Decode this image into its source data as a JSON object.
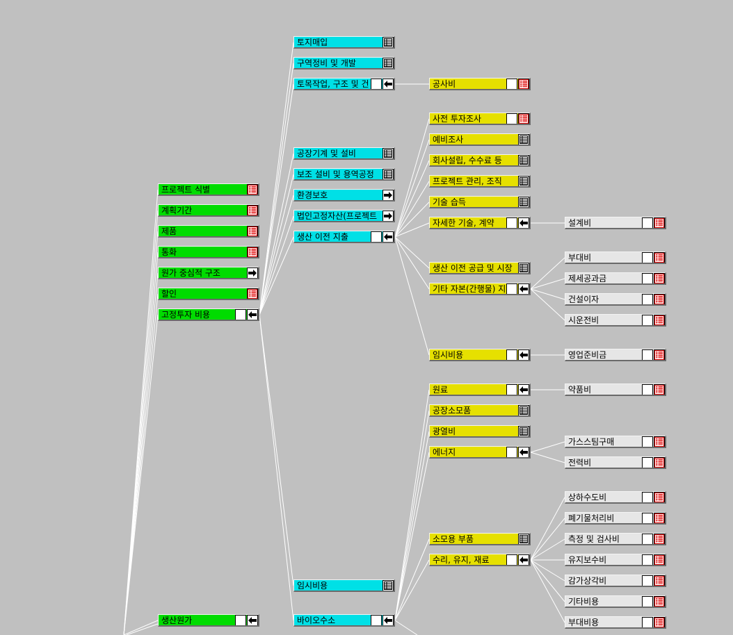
{
  "icons": {
    "check": "checkbox-icon",
    "arrow_left": "arrow-left-icon",
    "arrow_right": "arrow-right-icon",
    "table": "table-icon",
    "red_table": "red-table-icon"
  },
  "colors": {
    "background": "#c0c0c0",
    "level1": "#00dc00",
    "level2": "#00e0e6",
    "level3": "#e6e000",
    "level4": "#e6e6e6",
    "red_icon": "#e00000",
    "connector": "#ffffff"
  },
  "tree": {
    "level1": [
      {
        "id": "p1",
        "label": "프로젝트 식별",
        "icons": [
          "red_table"
        ]
      },
      {
        "id": "p2",
        "label": "계획기간",
        "icons": [
          "red_table"
        ]
      },
      {
        "id": "p3",
        "label": "제품",
        "icons": [
          "red_table"
        ]
      },
      {
        "id": "p4",
        "label": "통화",
        "icons": [
          "red_table"
        ]
      },
      {
        "id": "p5",
        "label": "원가 중심적 구조",
        "icons": [
          "arrow_right"
        ]
      },
      {
        "id": "p6",
        "label": "할인",
        "icons": [
          "red_table"
        ]
      },
      {
        "id": "p7",
        "label": "고정투자 비용",
        "icons": [
          "check",
          "arrow_left"
        ]
      },
      {
        "id": "p8",
        "label": "생산원가",
        "icons": [
          "check",
          "arrow_left"
        ]
      }
    ],
    "level2": [
      {
        "id": "c1",
        "label": "토지매입",
        "icons": [
          "table"
        ]
      },
      {
        "id": "c2",
        "label": "구역정비 및 개발",
        "icons": [
          "table"
        ]
      },
      {
        "id": "c3",
        "label": "토목작업, 구조 및 건",
        "icons": [
          "check",
          "arrow_left"
        ]
      },
      {
        "id": "c4",
        "label": "공장기계 및 설비",
        "icons": [
          "table"
        ]
      },
      {
        "id": "c5",
        "label": "보조 설비 및 용역공정",
        "icons": [
          "table"
        ]
      },
      {
        "id": "c6",
        "label": "환경보호",
        "icons": [
          "arrow_right"
        ]
      },
      {
        "id": "c7",
        "label": "법인고정자산(프로젝트",
        "icons": [
          "arrow_right"
        ]
      },
      {
        "id": "c8",
        "label": "생산 이전 지출",
        "icons": [
          "check",
          "arrow_left"
        ]
      },
      {
        "id": "c9",
        "label": "임시비용",
        "icons": [
          "table"
        ]
      },
      {
        "id": "c10",
        "label": "바이오수소",
        "icons": [
          "check",
          "arrow_left"
        ]
      }
    ],
    "level3": [
      {
        "id": "y1",
        "label": "공사비",
        "icons": [
          "check",
          "red_table"
        ]
      },
      {
        "id": "y2",
        "label": "사전 투자조사",
        "icons": [
          "check",
          "red_table"
        ]
      },
      {
        "id": "y3",
        "label": "예비조사",
        "icons": [
          "table"
        ]
      },
      {
        "id": "y4",
        "label": "회사설립, 수수료 등",
        "icons": [
          "table"
        ]
      },
      {
        "id": "y5",
        "label": "프로젝트 관리, 조직",
        "icons": [
          "table"
        ]
      },
      {
        "id": "y6",
        "label": "기술 습득",
        "icons": [
          "table"
        ]
      },
      {
        "id": "y7",
        "label": "자세한 기술, 계약",
        "icons": [
          "check",
          "arrow_left"
        ]
      },
      {
        "id": "y8",
        "label": "생산 이전 공급 및 시장",
        "icons": [
          "table"
        ]
      },
      {
        "id": "y9",
        "label": "기타 자본(간행물) 지",
        "icons": [
          "check",
          "arrow_left"
        ]
      },
      {
        "id": "y10",
        "label": "임시비용",
        "icons": [
          "check",
          "arrow_left"
        ]
      },
      {
        "id": "y11",
        "label": "원료",
        "icons": [
          "check",
          "arrow_left"
        ]
      },
      {
        "id": "y12",
        "label": "공장소모품",
        "icons": [
          "table"
        ]
      },
      {
        "id": "y13",
        "label": "광열비",
        "icons": [
          "table"
        ]
      },
      {
        "id": "y14",
        "label": "에너지",
        "icons": [
          "check",
          "arrow_left"
        ]
      },
      {
        "id": "y15",
        "label": "소모용 부품",
        "icons": [
          "table"
        ]
      },
      {
        "id": "y16",
        "label": "수리, 유지, 재료",
        "icons": [
          "check",
          "arrow_left"
        ]
      }
    ],
    "level4": [
      {
        "id": "g1",
        "label": "설계비",
        "icons": [
          "check",
          "red_table"
        ]
      },
      {
        "id": "g2",
        "label": "부대비",
        "icons": [
          "check",
          "red_table"
        ]
      },
      {
        "id": "g3",
        "label": "제세공과금",
        "icons": [
          "check",
          "red_table"
        ]
      },
      {
        "id": "g4",
        "label": "건설이자",
        "icons": [
          "check",
          "red_table"
        ]
      },
      {
        "id": "g5",
        "label": "시운전비",
        "icons": [
          "check",
          "red_table"
        ]
      },
      {
        "id": "g6",
        "label": "영업준비금",
        "icons": [
          "check",
          "red_table"
        ]
      },
      {
        "id": "g7",
        "label": "약품비",
        "icons": [
          "check",
          "red_table"
        ]
      },
      {
        "id": "g8",
        "label": "가스스팀구매",
        "icons": [
          "check",
          "red_table"
        ]
      },
      {
        "id": "g9",
        "label": "전력비",
        "icons": [
          "check",
          "red_table"
        ]
      },
      {
        "id": "g10",
        "label": "상하수도비",
        "icons": [
          "check",
          "red_table"
        ]
      },
      {
        "id": "g11",
        "label": "폐기물처리비",
        "icons": [
          "check",
          "red_table"
        ]
      },
      {
        "id": "g12",
        "label": "측정 및 검사비",
        "icons": [
          "check",
          "red_table"
        ]
      },
      {
        "id": "g13",
        "label": "유지보수비",
        "icons": [
          "check",
          "red_table"
        ]
      },
      {
        "id": "g14",
        "label": "감가상각비",
        "icons": [
          "check",
          "red_table"
        ]
      },
      {
        "id": "g15",
        "label": "기타비용",
        "icons": [
          "check",
          "red_table"
        ]
      },
      {
        "id": "g16",
        "label": "부대비용",
        "icons": [
          "check",
          "red_table"
        ]
      }
    ]
  }
}
